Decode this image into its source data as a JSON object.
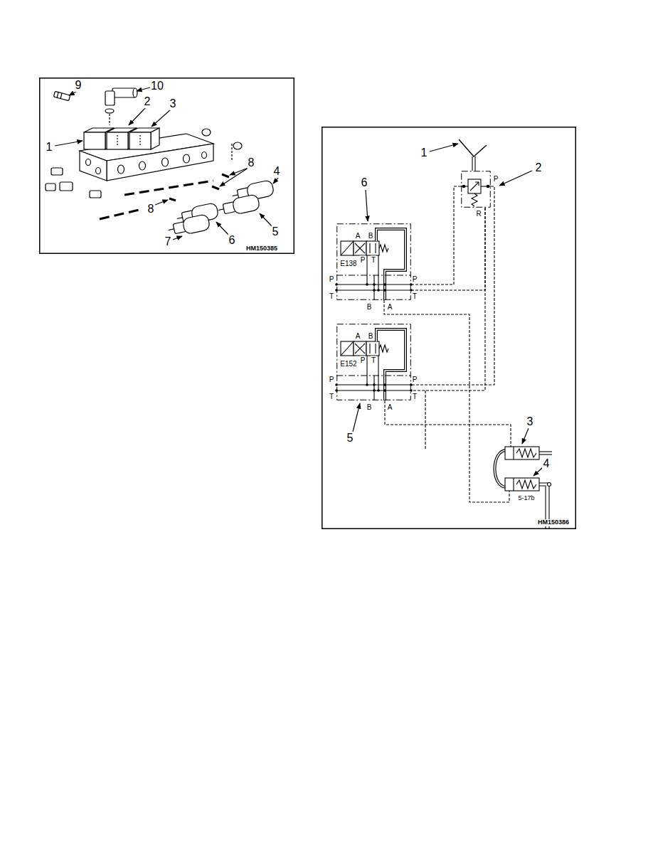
{
  "diagram": {
    "nodes": [
      {
        "text": [
          "HM150385"
        ]
      },
      {
        "text": [
          "HM150386"
        ]
      },
      {
        "text": [
          "A",
          "B",
          "P",
          "T",
          "E138",
          "P",
          "P",
          "T",
          "T",
          "B",
          "A"
        ],
        "in": 1
      },
      {
        "text": [
          "A",
          "B",
          "P",
          "T",
          "E152",
          "P",
          "P",
          "T",
          "T",
          "B",
          "A"
        ],
        "in": 1
      },
      {
        "text": [
          "P",
          "R"
        ],
        "in": 1
      }
    ],
    "edges": [
      {
        "from": 4,
        "to": 2,
        "arrow": "none"
      },
      {
        "from": 4,
        "to": 3,
        "arrow": "none"
      },
      {
        "from": 4,
        "to": 2,
        "arrow": "none"
      },
      {
        "from": 4,
        "to": 3,
        "arrow": "none"
      }
    ],
    "labels": [
      "9",
      "10",
      "2",
      "3",
      "1",
      "4",
      "8",
      "8",
      "5",
      "7",
      "6",
      "1",
      "2",
      "6",
      "3",
      "4",
      "5",
      "5-17b"
    ]
  }
}
